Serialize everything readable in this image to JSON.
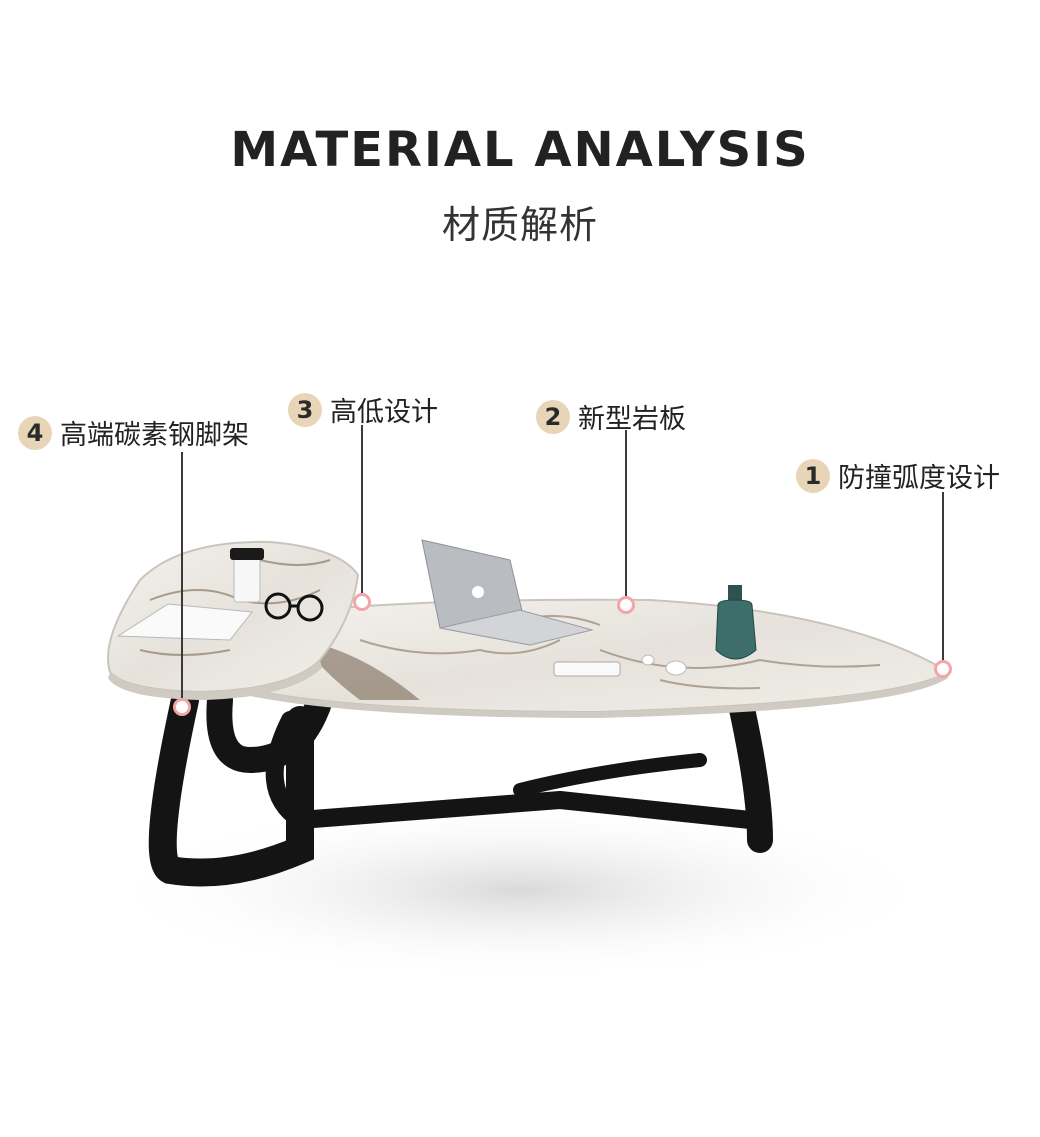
{
  "header": {
    "title": "MATERIAL ANALYSIS",
    "subtitle": "材质解析"
  },
  "callouts": [
    {
      "number": "4",
      "label": "高端碳素钢脚架"
    },
    {
      "number": "3",
      "label": "高低设计"
    },
    {
      "number": "2",
      "label": "新型岩板"
    },
    {
      "number": "1",
      "label": "防撞弧度设计"
    }
  ],
  "colors": {
    "badge": "#e8d5b7",
    "marker": "#f2a6a8",
    "leg": "#141414",
    "marble": "#ece9e4"
  }
}
